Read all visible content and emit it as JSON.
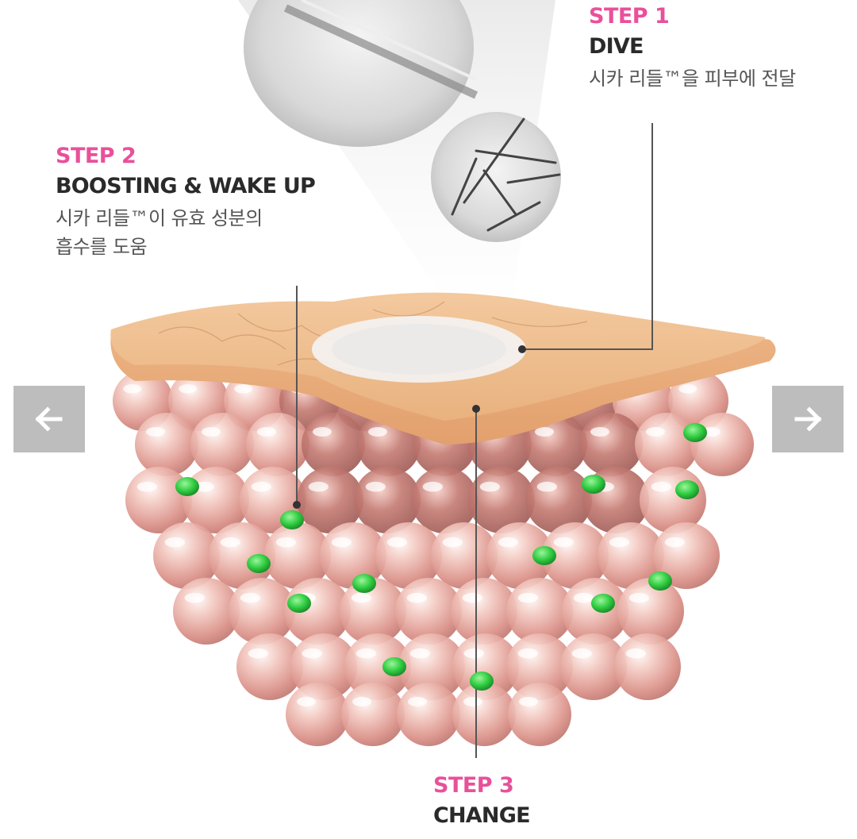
{
  "steps": {
    "step1": {
      "label": "STEP 1",
      "title": "DIVE",
      "desc": "시카 리들™을 피부에 전달"
    },
    "step2": {
      "label": "STEP 2",
      "title": "BOOSTING & WAKE UP",
      "desc_line1": "시카 리들™이 유효 성분의",
      "desc_line2": "흡수를 도움"
    },
    "step3": {
      "label": "STEP 3",
      "title": "CHANGE"
    }
  },
  "nav": {
    "prev_icon": "arrow-left-icon",
    "next_icon": "arrow-right-icon"
  },
  "colors": {
    "accent": "#e9509a",
    "title": "#2a2a2a",
    "nav_bg": "#bdbdbd",
    "ingredient": "#2ecc40"
  }
}
